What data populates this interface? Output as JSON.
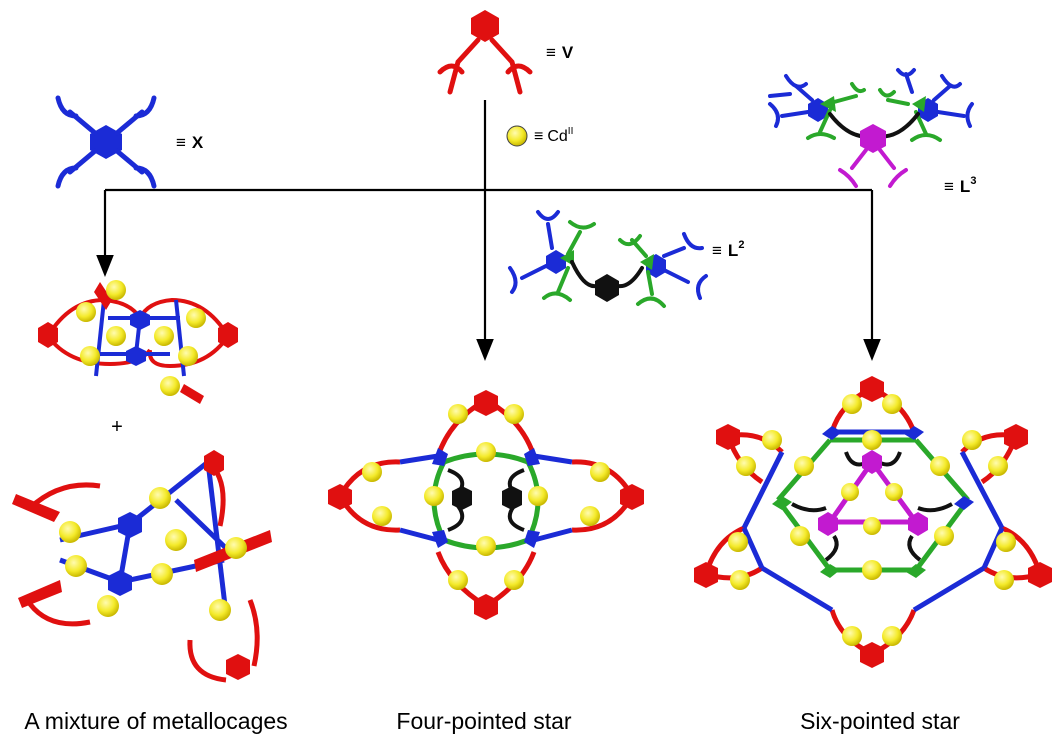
{
  "legend": {
    "equiv": "≡",
    "x_label": "X",
    "v_label": "V",
    "cd_label": "Cd",
    "cd_sup": "II",
    "l2_label": "L",
    "l2_sup": "2",
    "l3_label": "L",
    "l3_sup": "3"
  },
  "plus_sign": "+",
  "captions": {
    "left": "A mixture of metallocages",
    "middle": "Four-pointed star",
    "right": "Six-pointed star"
  },
  "colors": {
    "red": "#e01010",
    "blue": "#1b2bd6",
    "green": "#2aa82a",
    "magenta": "#c21ad0",
    "black": "#111111",
    "yellow": "#f4ea2a"
  }
}
